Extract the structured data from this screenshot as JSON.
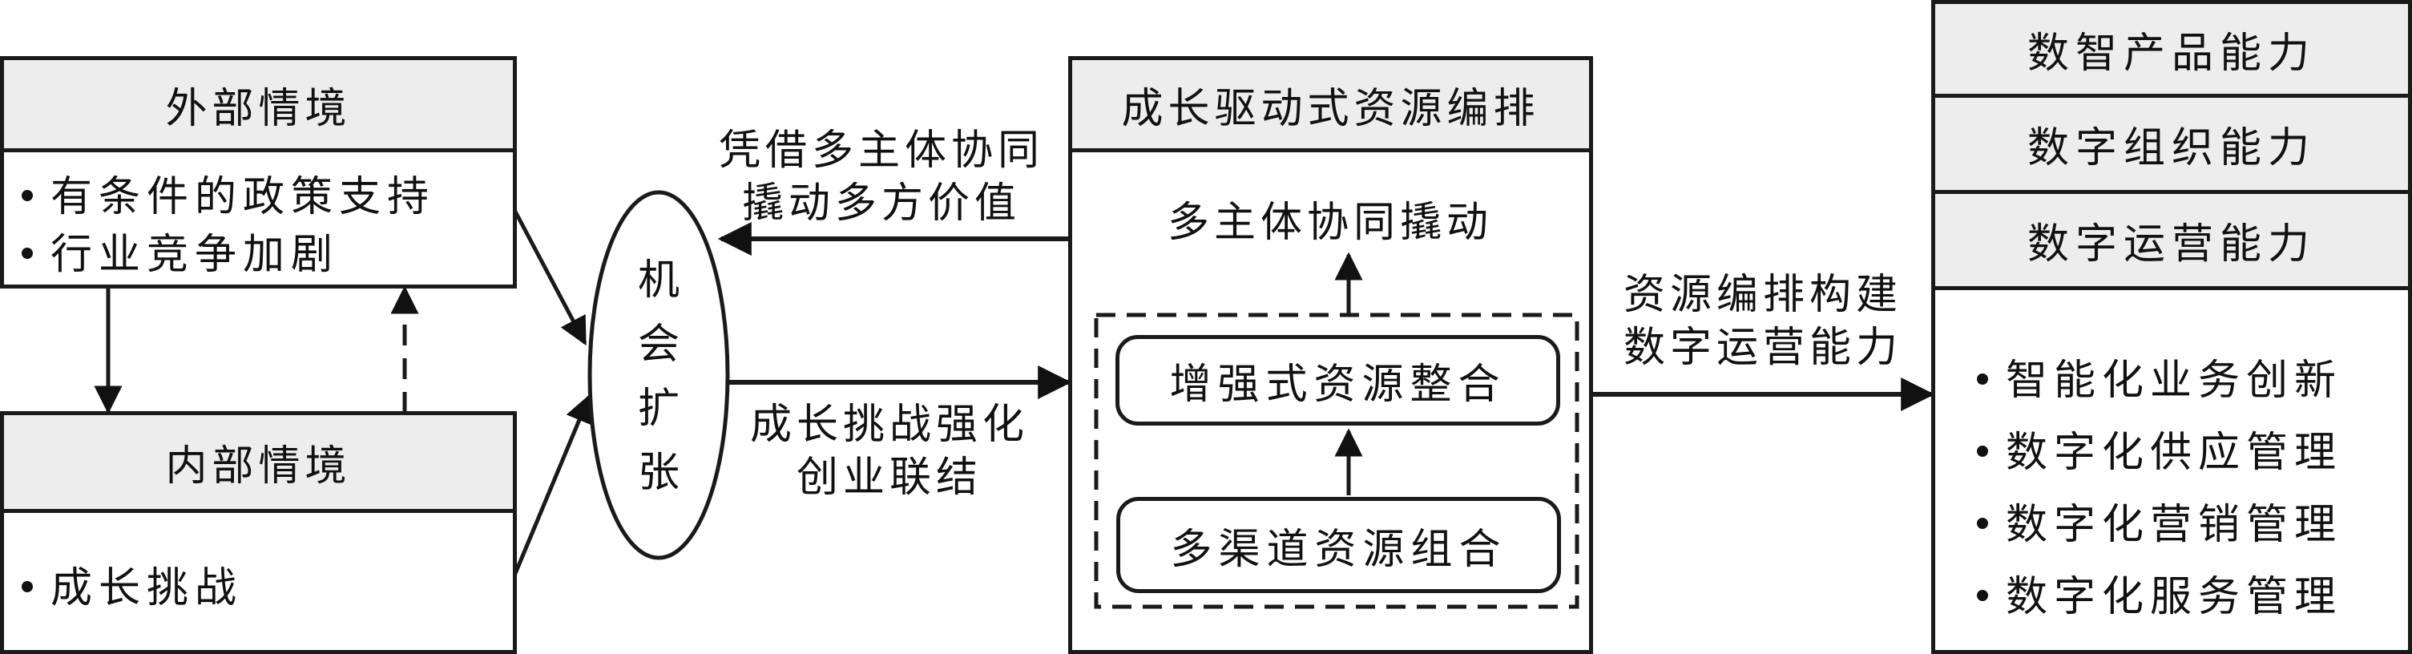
{
  "external_context": {
    "title": "外部情境",
    "items": [
      "有条件的政策支持",
      "行业竞争加剧"
    ]
  },
  "internal_context": {
    "title": "内部情境",
    "items": [
      "成长挑战"
    ]
  },
  "opportunity": {
    "label_chars": [
      "机",
      "会",
      "扩",
      "张"
    ]
  },
  "edge_labels": {
    "center_to_opportunity": [
      "凭借多主体协同",
      "撬动多方价值"
    ],
    "opportunity_to_center": [
      "成长挑战强化",
      "创业联结"
    ],
    "center_to_capability": [
      "资源编排构建",
      "数字运营能力"
    ]
  },
  "orchestration": {
    "title": "成长驱动式资源编排",
    "top_label": "多主体协同撬动",
    "stage_upper": "增强式资源整合",
    "stage_lower": "多渠道资源组合"
  },
  "capabilities": {
    "headers": [
      "数智产品能力",
      "数字组织能力",
      "数字运营能力"
    ],
    "items": [
      "智能化业务创新",
      "数字化供应管理",
      "数字化营销管理",
      "数字化服务管理"
    ]
  }
}
